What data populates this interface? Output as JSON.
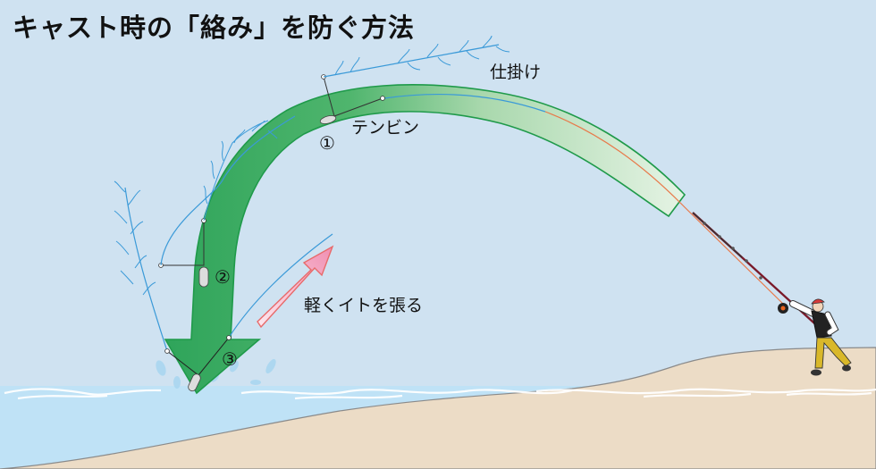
{
  "title": "キャスト時の「絡み」を防ぐ方法",
  "labels": {
    "shikake": "仕掛け",
    "tenbin": "テンビン",
    "step1": "①",
    "step2": "②",
    "step3": "③",
    "tension": "軽くイトを張る"
  },
  "colors": {
    "sky": "#cfe2f1",
    "water": "#bfe2f6",
    "sand": "#ecdcc6",
    "arrow_green": "#2fa85a",
    "arrow_green_light": "#e6f4e6",
    "arrow_outline": "#1f9a4a",
    "line_blue": "#3b9ad8",
    "line_orange": "#e8794a",
    "pink_arrow": "#f3a0bd",
    "pink_outline": "#e86a6a",
    "cap_red": "#d83a3a",
    "pants_yellow": "#d9b82a"
  }
}
